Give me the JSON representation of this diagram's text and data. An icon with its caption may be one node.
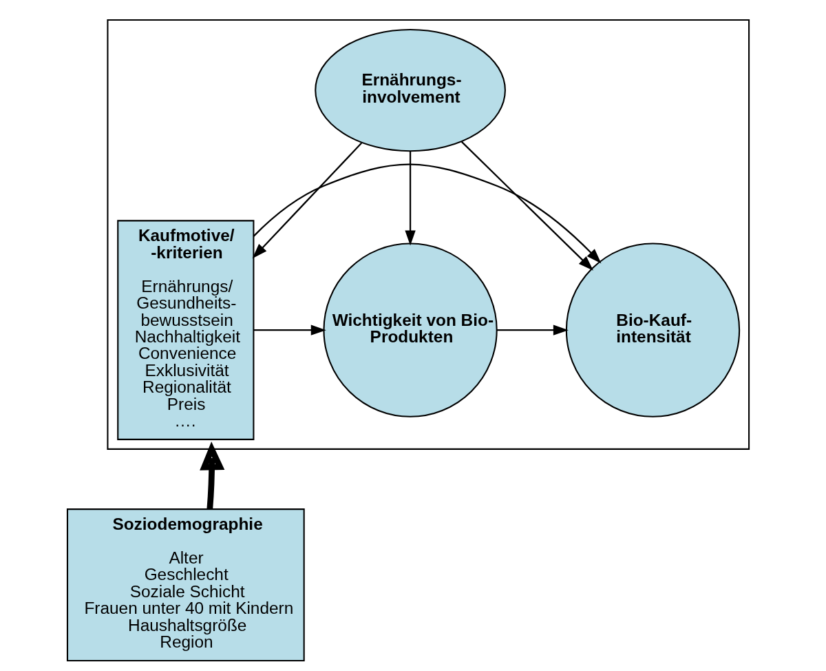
{
  "diagram": {
    "nodes": [
      {
        "text": [],
        "shape": "box"
      },
      {
        "text": [
          "Kaufmotive/ -kriterien",
          "Ernährungs/ Gesundheits- bewusstsein",
          "Nachhaltigkeit",
          "Convenience",
          "Exklusivität",
          "Regionalität",
          "Preis",
          "…."
        ],
        "in": 0
      },
      {
        "text": [
          "Ernährungs- involvement"
        ],
        "in": 0
      },
      {
        "text": [
          "Wichtigkeit von Bio- Produkten"
        ],
        "in": 0
      },
      {
        "text": [
          "Bio-Kauf- intensität"
        ],
        "in": 0
      },
      {
        "text": [
          "Soziodemographie",
          "Alter",
          "Geschlecht",
          "Soziale Schicht",
          "Frauen unter 40 mit Kindern",
          "Haushaltsgröße",
          "Region"
        ]
      }
    ],
    "edges": [
      {
        "from": 2,
        "to": 1,
        "arrow": "to"
      },
      {
        "from": 2,
        "to": 3,
        "arrow": "to"
      },
      {
        "from": 2,
        "to": 4,
        "arrow": "to"
      },
      {
        "from": 1,
        "to": 3,
        "arrow": "to"
      },
      {
        "from": 3,
        "to": 4,
        "arrow": "to"
      },
      {
        "from": 1,
        "to": 4,
        "arrow": "to"
      },
      {
        "from": 5,
        "to": 0,
        "arrow": "to",
        "style": "thick"
      }
    ]
  }
}
